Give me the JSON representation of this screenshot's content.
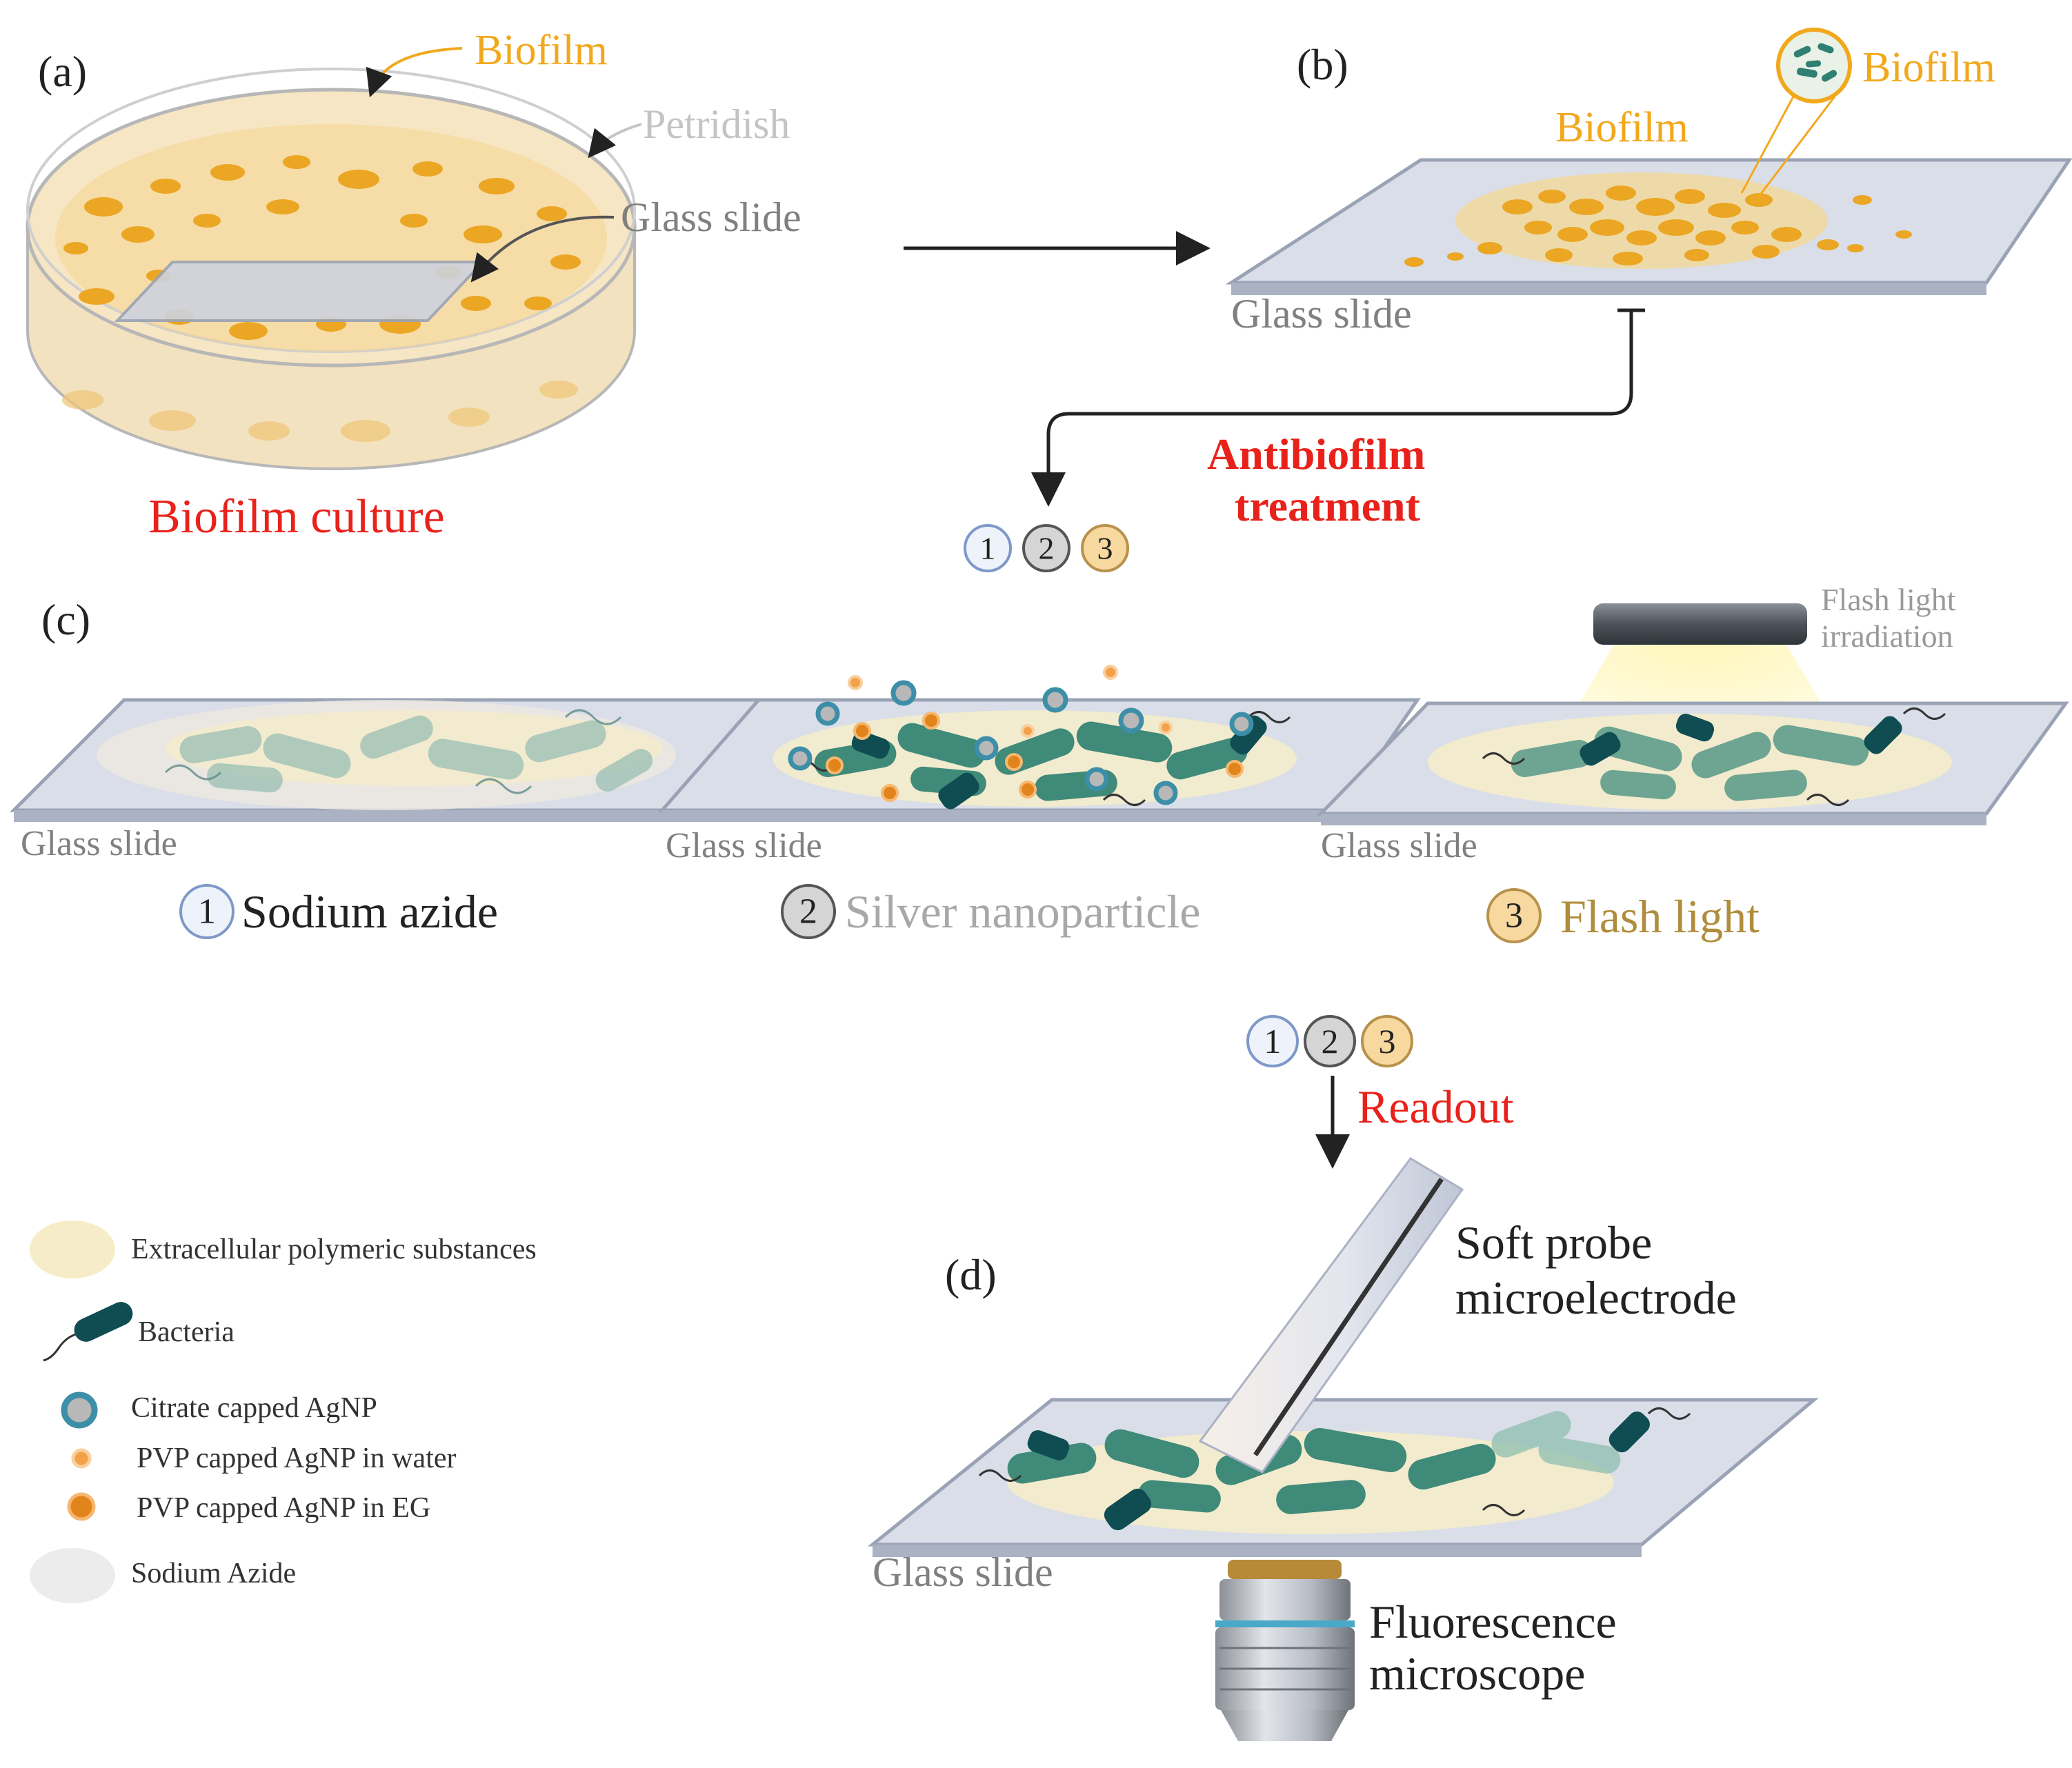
{
  "panels": {
    "a": {
      "letter": "(a)",
      "biofilm_label": "Biofilm",
      "petri_label": "Petridish",
      "glass_label": "Glass slide",
      "caption": "Biofilm culture"
    },
    "b": {
      "letter": "(b)",
      "biofilm_label": "Biofilm",
      "biofilm_zoom_label": "Biofilm",
      "glass_label": "Glass slide"
    },
    "treatment": {
      "line1": "Antibiofilm",
      "line2": "treatment",
      "steps": [
        "1",
        "2",
        "3"
      ]
    },
    "c": {
      "letter": "(c)",
      "flash_line1": "Flash light",
      "flash_line2": "irradiation",
      "slides": [
        {
          "glass_label": "Glass slide",
          "step": "1",
          "name": "Sodium azide"
        },
        {
          "glass_label": "Glass slide",
          "step": "2",
          "name": "Silver nanoparticle"
        },
        {
          "glass_label": "Glass slide",
          "step": "3",
          "name": "Flash light"
        }
      ]
    },
    "d": {
      "letter": "(d)",
      "readout": "Readout",
      "steps": [
        "1",
        "2",
        "3"
      ],
      "probe_line1": "Soft probe",
      "probe_line2": "microelectrode",
      "glass_label": "Glass slide",
      "scope_line1": "Fluorescence",
      "scope_line2": "microscope"
    }
  },
  "legend": [
    {
      "icon": "eps-blob-icon",
      "label": "Extracellular polymeric substances"
    },
    {
      "icon": "bacteria-icon",
      "label": "Bacteria"
    },
    {
      "icon": "citrate-agnp-icon",
      "label": "Citrate capped AgNP"
    },
    {
      "icon": "pvp-water-agnp-icon",
      "label": "PVP capped AgNP in water"
    },
    {
      "icon": "pvp-eg-agnp-icon",
      "label": "PVP capped AgNP in EG"
    },
    {
      "icon": "sodium-azide-blob-icon",
      "label": "Sodium Azide"
    }
  ],
  "colors": {
    "biofilm": "#f2a81d",
    "red": "#e8221b",
    "step1": "#dde7f5",
    "step2": "#cfcfcf",
    "step3": "#f5d7a1",
    "bacteria": "#3f8a78",
    "bacteria_dark": "#0f4d52",
    "eps": "#f6edc8",
    "glass": "#bec5d6"
  }
}
